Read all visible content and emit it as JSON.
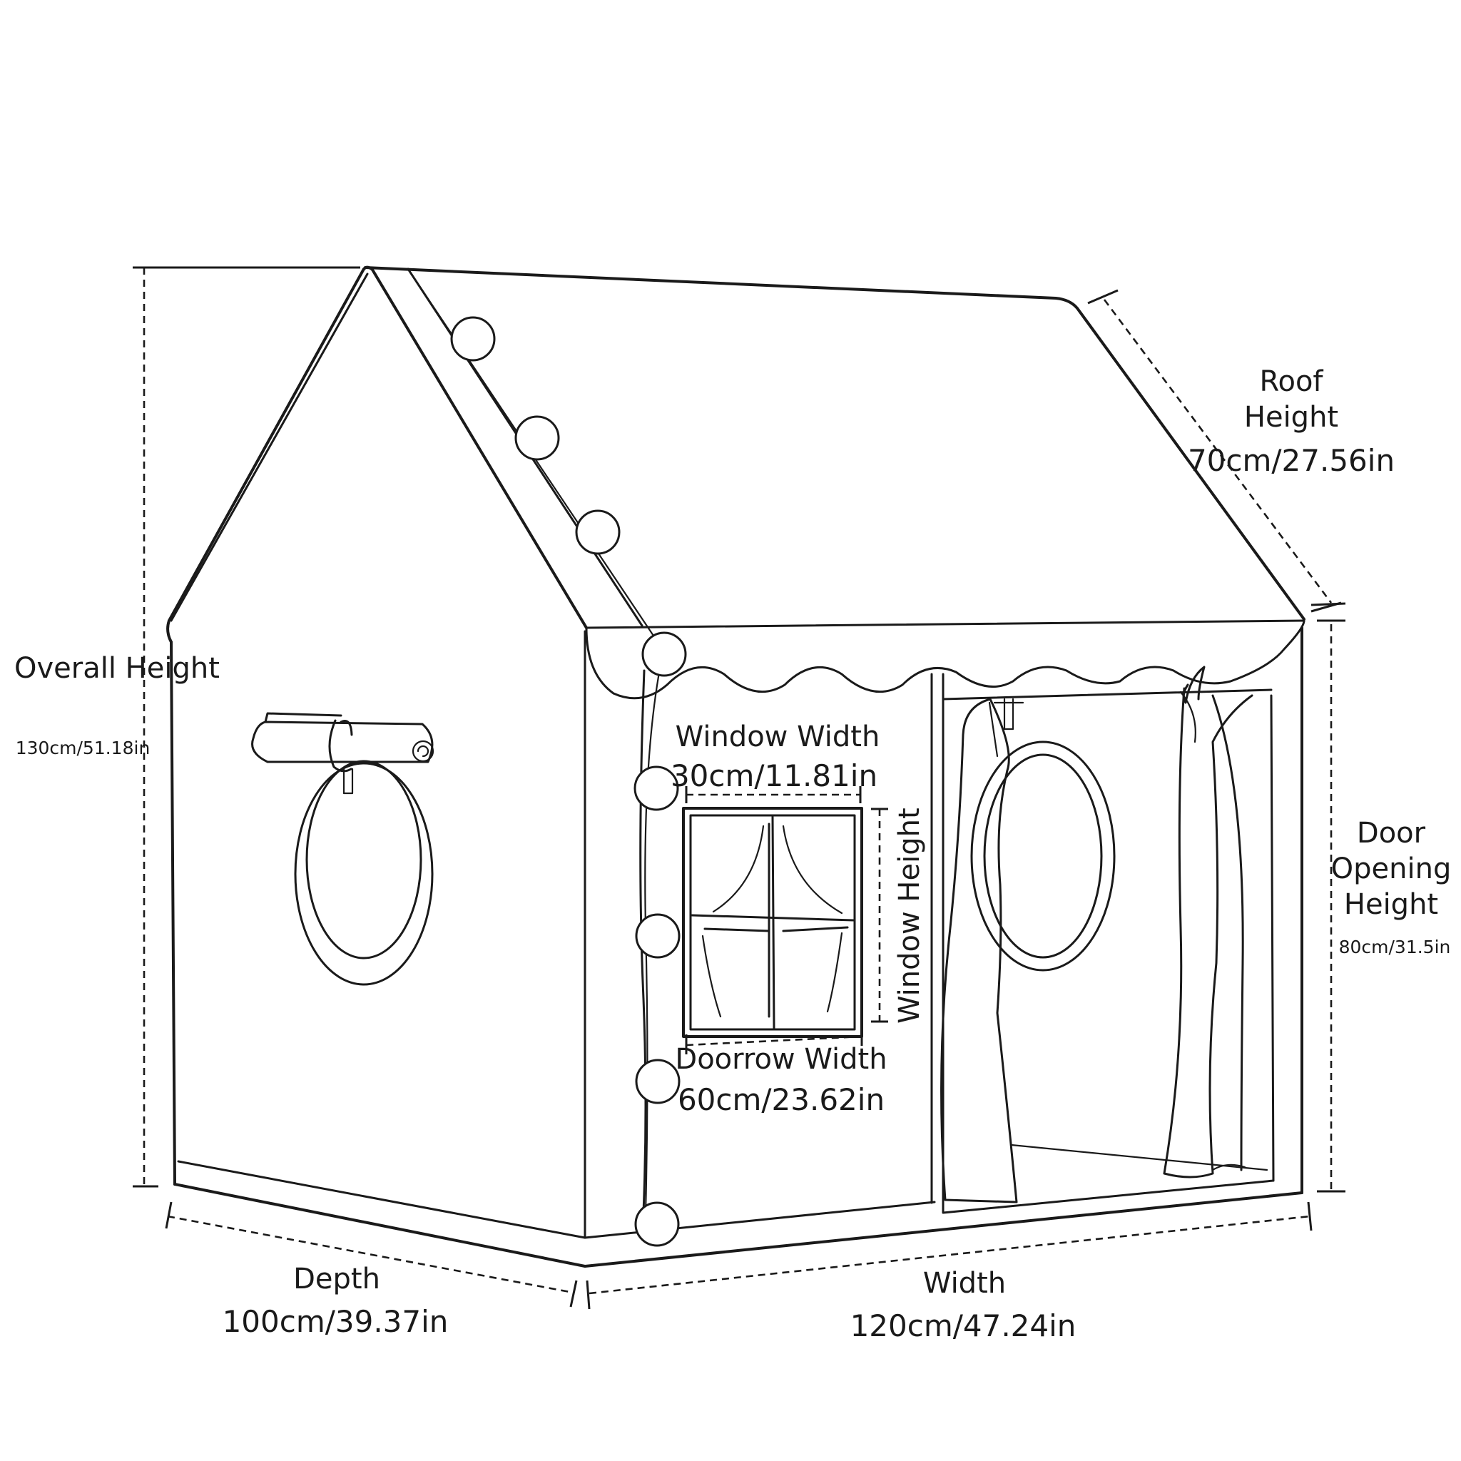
{
  "dimensions": {
    "overall_height": {
      "label": "Overall Height",
      "value": "130cm/51.18in"
    },
    "roof_height": {
      "label": "Roof Height",
      "value": "70cm/27.56in"
    },
    "window_width": {
      "label": "Window Width",
      "value": "30cm/11.81in"
    },
    "window_height": {
      "label": "Window Height"
    },
    "doorway_width": {
      "label": "Doorrow Width",
      "value": "60cm/23.62in"
    },
    "door_opening_height": {
      "label": "Door Opening Height",
      "value": "80cm/31.5in"
    },
    "depth": {
      "label": "Depth",
      "value": "100cm/39.37in"
    },
    "width": {
      "label": "Width",
      "value": "120cm/47.24in"
    }
  }
}
